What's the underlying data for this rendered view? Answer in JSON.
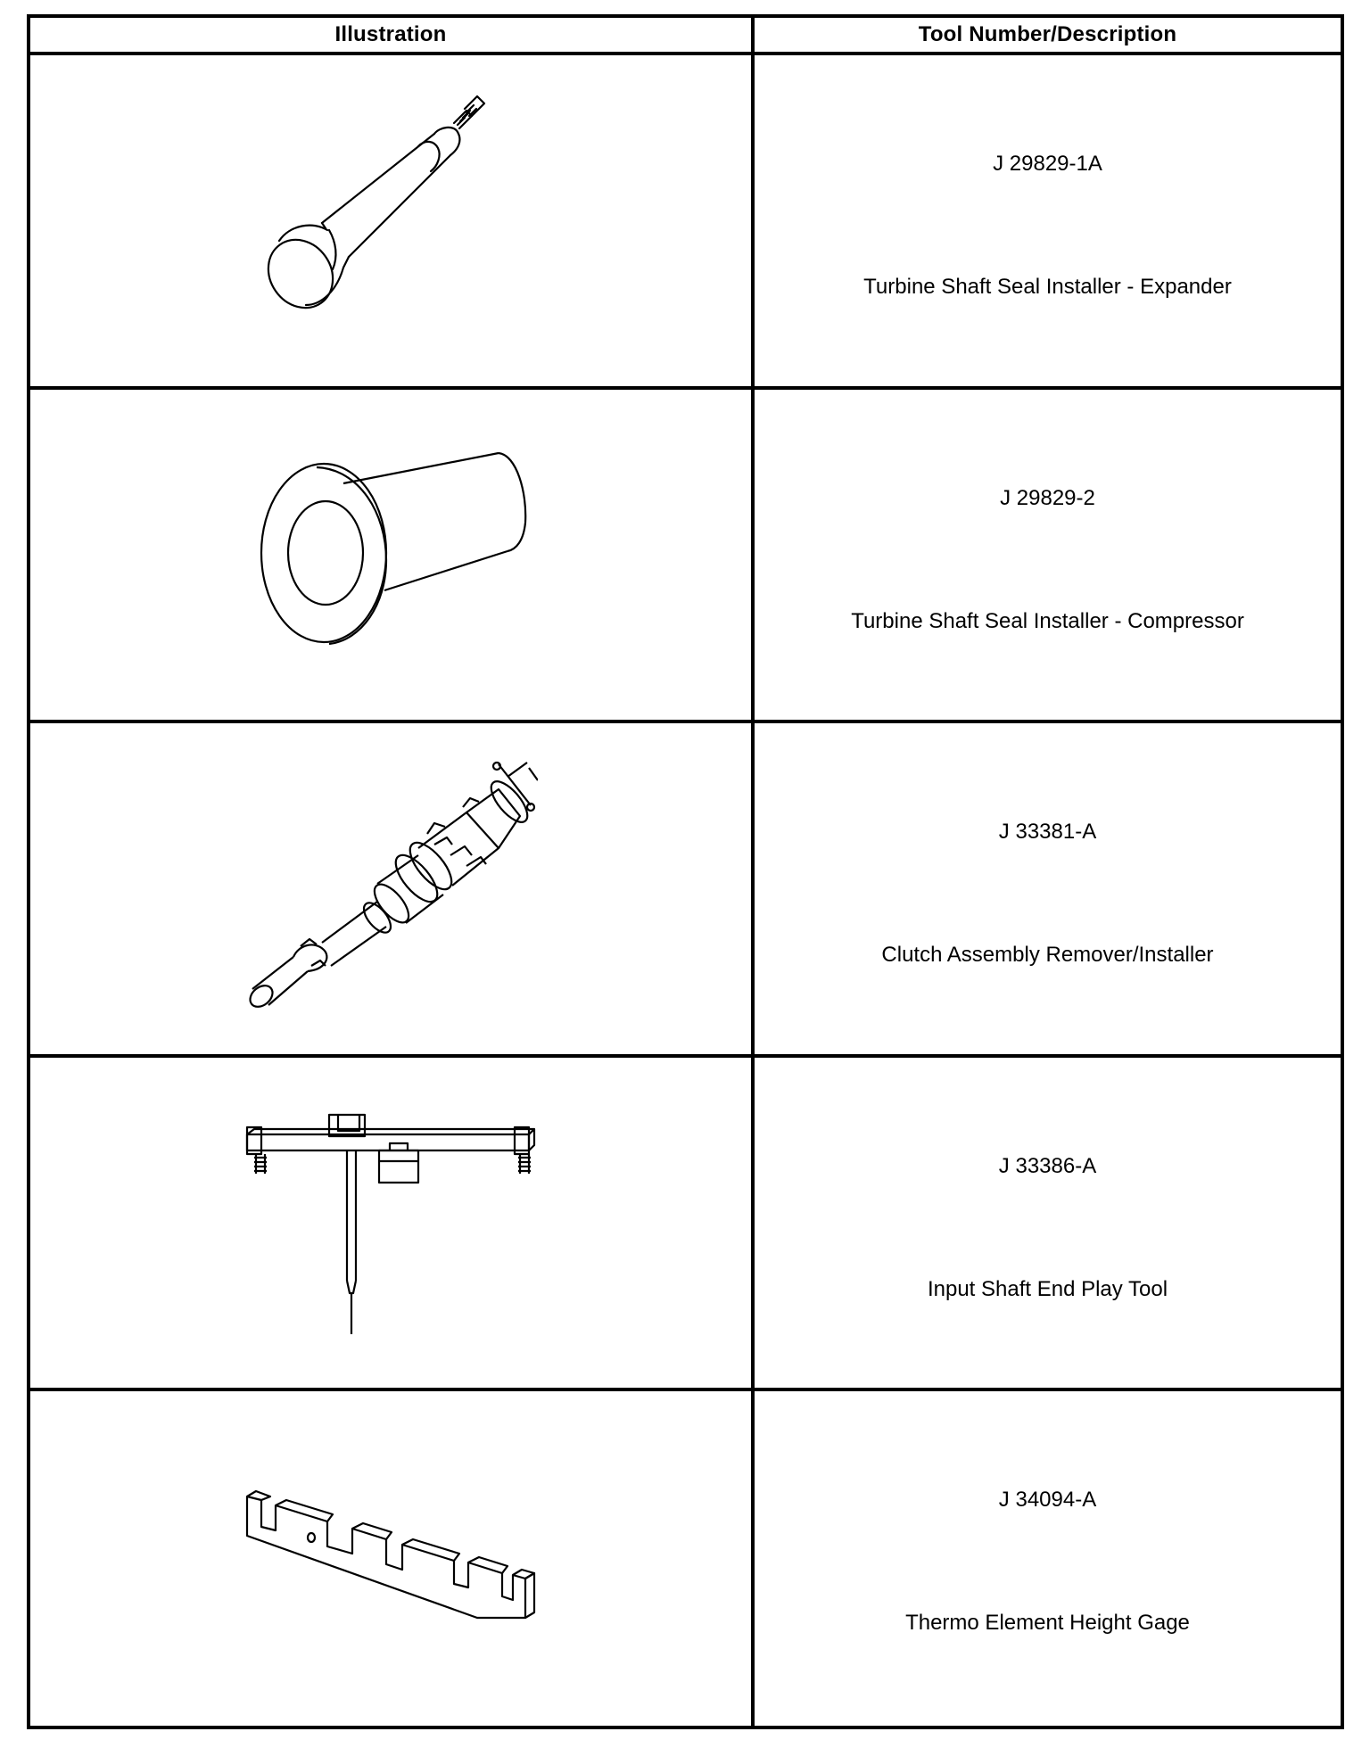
{
  "table": {
    "headers": {
      "illustration": "Illustration",
      "tool": "Tool Number/Description"
    },
    "rows": [
      {
        "tool_number": "J 29829-1A",
        "description": "Turbine Shaft Seal Installer - Expander",
        "illustration_icon": "seal-expander-icon"
      },
      {
        "tool_number": "J 29829-2",
        "description": "Turbine Shaft Seal Installer - Compressor",
        "illustration_icon": "seal-compressor-icon"
      },
      {
        "tool_number": "J 33381-A",
        "description": "Clutch Assembly Remover/Installer",
        "illustration_icon": "clutch-remover-icon"
      },
      {
        "tool_number": "J 33386-A",
        "description": "Input Shaft End Play Tool",
        "illustration_icon": "end-play-tool-icon"
      },
      {
        "tool_number": "J 34094-A",
        "description": "Thermo Element Height Gage",
        "illustration_icon": "height-gage-icon"
      }
    ]
  }
}
